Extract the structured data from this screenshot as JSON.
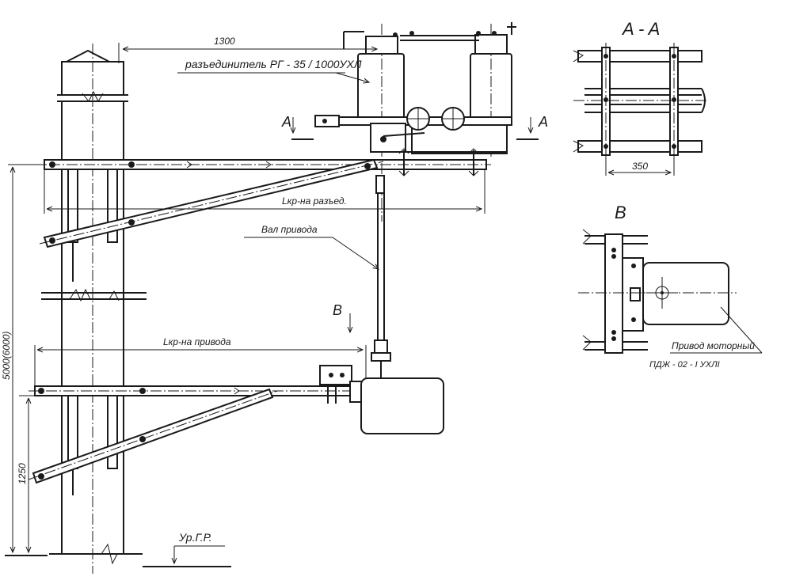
{
  "labels": {
    "dim_1300": "1300",
    "disconnector": "разъединитель РГ - 35 / 1000УХЛ",
    "section_a_left": "A",
    "section_a_right": "A",
    "section_aa_title": "A - A",
    "dim_350": "350",
    "lkr_disconnector": "Lкр-на разъед.",
    "drive_shaft": "Вал привода",
    "view_b_marker": "B",
    "view_b_title": "B",
    "lkr_drive": "Lкр-на привода",
    "dim_5000": "5000(6000)",
    "dim_1250": "1250",
    "ground_level": "Ур.Г.Р.",
    "motor_drive_line1": "Привод моторный",
    "motor_drive_line2": "ПДЖ - 02 - I УХЛI"
  }
}
